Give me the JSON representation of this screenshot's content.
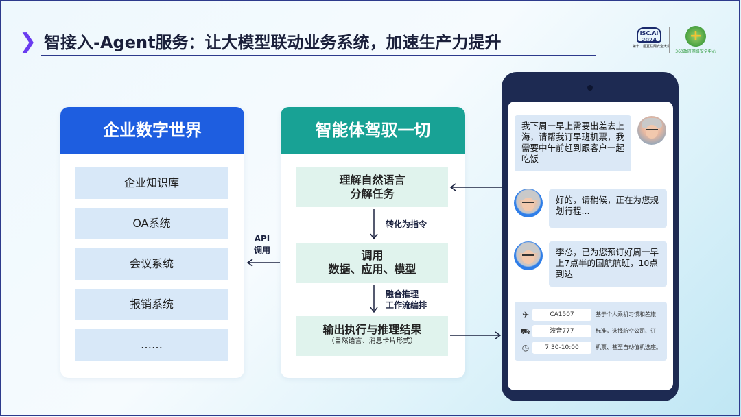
{
  "header": {
    "title": "智接入-Agent服务：让大模型联动业务系统，加速生产力提升",
    "logo_isc_text": "ISC.AI\n2024",
    "logo_isc_caption": "第十二届互联网安全大会",
    "logo_360_caption": "360政府网络安全中心"
  },
  "left_panel": {
    "title": "企业数字世界",
    "items": [
      "企业知识库",
      "OA系统",
      "会议系统",
      "报销系统",
      "……"
    ]
  },
  "api_label": "API\n调用",
  "middle_panel": {
    "title": "智能体驾驭一切",
    "step1": "理解自然语言\n分解任务",
    "arrow1": "转化为指令",
    "step2": "调用\n数据、应用、模型",
    "arrow2": "融合推理\n工作流编排",
    "step3": "输出执行与推理结果",
    "step3_sub": "（自然语言、消息卡片形式）"
  },
  "phone": {
    "user_msg": "我下周一早上需要出差去上海，请帮我订早班机票，我需要中午前赶到跟客户一起吃饭",
    "bot_msg1": "好的，请稍候，正在为您规划行程...",
    "bot_msg2": "李总，已为您预订好周一早上7点半的国航航班，10点到达",
    "card_rows": [
      {
        "icon": "plane-icon",
        "value": "CA1507",
        "desc": "基于个人乘机习惯和差旅"
      },
      {
        "icon": "car-icon",
        "value": "波音777",
        "desc": "标准，选择航空公司、订"
      },
      {
        "icon": "clock-icon",
        "value": "7:30-10:00",
        "desc": "机票、甚至自动值机选座。"
      }
    ]
  },
  "colors": {
    "blue": "#1e5ee0",
    "teal": "#18a295",
    "purple": "#6a3cf0",
    "phone": "#1d2a52"
  }
}
